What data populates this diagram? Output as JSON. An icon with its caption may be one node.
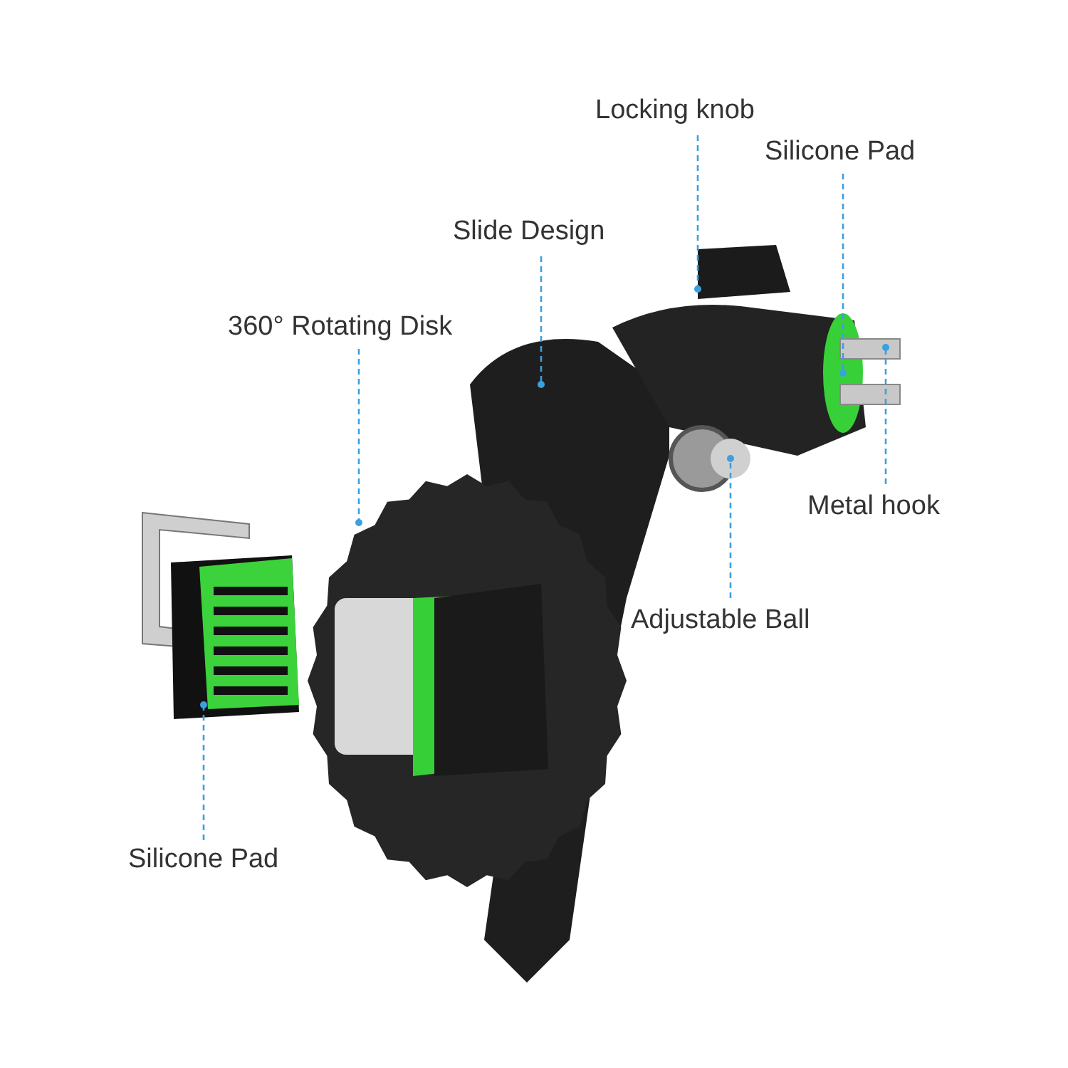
{
  "diagram": {
    "nodes": [
      {
        "text": [
          "Locking knob"
        ]
      },
      {
        "text": [
          "Silicone Pad"
        ]
      },
      {
        "text": [
          "Slide Design"
        ]
      },
      {
        "text": [
          "360° Rotating Disk"
        ]
      },
      {
        "text": [
          "Metal hook"
        ]
      },
      {
        "text": [
          "Adjustable Ball"
        ]
      },
      {
        "text": [
          "Silicone Pad"
        ]
      }
    ],
    "edges": [
      {
        "from": 0,
        "to": null,
        "arrow": "other",
        "style": "dashed"
      },
      {
        "from": 1,
        "to": null,
        "arrow": "other",
        "style": "dashed"
      },
      {
        "from": 2,
        "to": null,
        "arrow": "other",
        "style": "dashed"
      },
      {
        "from": 3,
        "to": null,
        "arrow": "other",
        "style": "dashed"
      },
      {
        "from": 4,
        "to": null,
        "arrow": "other",
        "style": "dashed"
      },
      {
        "from": 5,
        "to": null,
        "arrow": "other",
        "style": "dashed"
      },
      {
        "from": 6,
        "to": null,
        "arrow": "other",
        "style": "dashed"
      }
    ]
  }
}
